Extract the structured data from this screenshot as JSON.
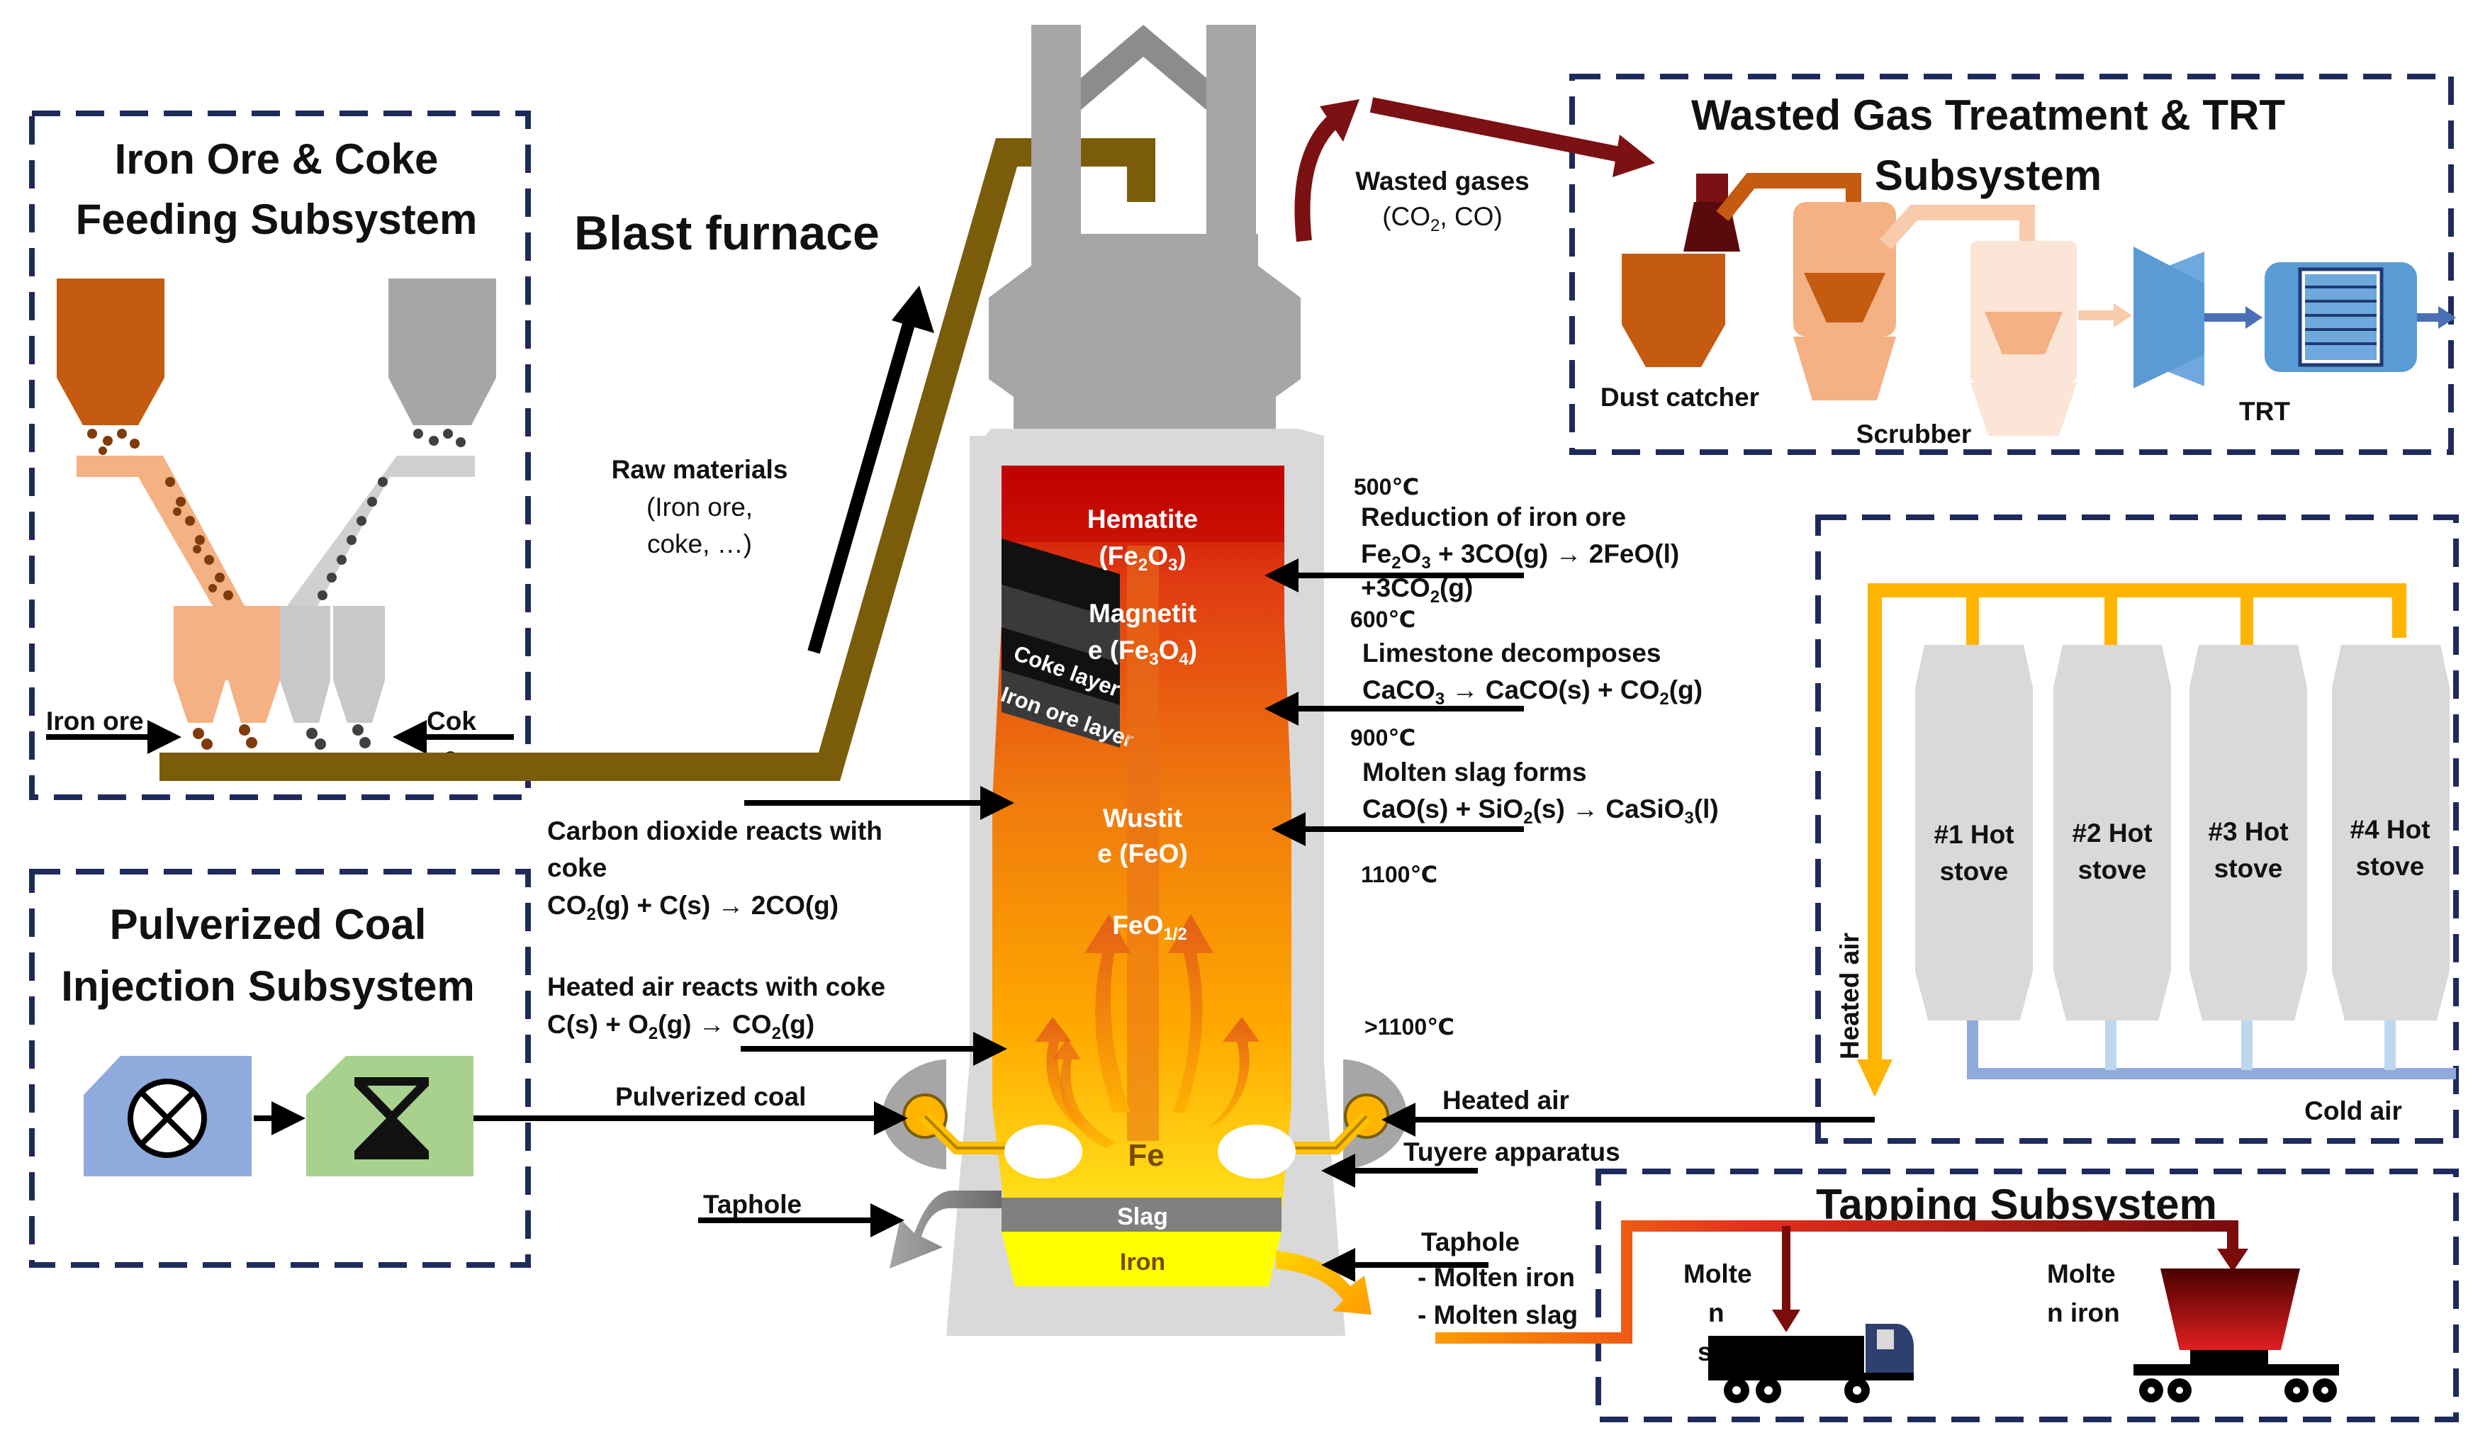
{
  "diagram": {
    "title": "Blast furnace",
    "subsystems": {
      "feeding": [
        "Iron Ore & Coke",
        "Feeding Subsystem"
      ],
      "coal": [
        "Pulverized Coal",
        "Injection Subsystem"
      ],
      "gas": [
        "Wasted Gas Treatment & TRT",
        "Subsystem"
      ],
      "tapping": "Tapping Subsystem"
    },
    "feeding_labels": {
      "iron_ore": "Iron ore",
      "coke_1": "Cok",
      "coke_2": "e"
    },
    "raw_materials": [
      "Raw materials",
      "(Iron ore,",
      "coke, …)"
    ],
    "wasted_gases": [
      "Wasted gases",
      "(CO",
      "2",
      ", CO)"
    ],
    "gas_units": {
      "dust_catcher": "Dust catcher",
      "scrubber": "Scrubber",
      "trt": "TRT"
    },
    "furnace_zones": {
      "hematite": "Hematite",
      "hematite_formula": [
        "(Fe",
        "2",
        "O",
        "3",
        ")"
      ],
      "magnetite_1": "Magnetit",
      "magnetite_2": [
        "e (Fe",
        "3",
        "O",
        "4",
        ")"
      ],
      "coke_layer": "Coke layer",
      "iron_ore_layer": "Iron ore layer",
      "wustite_1": "Wustit",
      "wustite_2": "e (FeO)",
      "feo_half": [
        "FeO",
        "1/2"
      ],
      "fe": "Fe",
      "slag": "Slag",
      "iron": "Iron"
    },
    "temperatures": {
      "t500": "500℃",
      "t600": "600℃",
      "t900": "900℃",
      "t1100": "1100℃",
      "t1100plus": ">1100℃"
    },
    "reactions": {
      "reduction_title": "Reduction of iron ore",
      "reduction_eq": [
        "Fe",
        "2",
        "O",
        "3",
        " + 3CO(g) → 2FeO(l)"
      ],
      "reduction_eq2": [
        "+3CO",
        "2",
        "(g)"
      ],
      "limestone_title": "Limestone decomposes",
      "limestone_eq": [
        "CaCO",
        "3",
        " → CaCO(s) + CO",
        "2",
        "(g)"
      ],
      "slag_title": "Molten slag forms",
      "slag_eq": [
        "CaO(s) + SiO",
        "2",
        "(s) → CaSiO",
        "3",
        "(l)"
      ],
      "co2_title_1": "Carbon dioxide reacts with",
      "co2_title_2": "coke",
      "co2_eq": [
        "CO",
        "2",
        "(g) + C(s) → 2CO(g)"
      ],
      "air_title": "Heated air reacts with coke",
      "air_eq": [
        "C(s) + O",
        "2",
        "(g) → CO",
        "2",
        "(g)"
      ]
    },
    "stoves": [
      "#1 Hot",
      "stove",
      "#2 Hot",
      "stove",
      "#3 Hot",
      "stove",
      "#4 Hot",
      "stove"
    ],
    "air_labels": {
      "heated_air_vertical": "Heated air",
      "cold_air": "Cold air",
      "heated_air": "Heated air",
      "tuyere": "Tuyere apparatus"
    },
    "coal_label": "Pulverized coal",
    "taphole_left": "Taphole",
    "tapping_labels": {
      "taphole": "Taphole",
      "molten_iron": "- Molten iron",
      "molten_slag": "- Molten slag",
      "truck_1": "Molte",
      "truck_2": "n",
      "truck_3": "s",
      "car_1": "Molte",
      "car_2": "n iron"
    },
    "colors": {
      "box_border": "#1f2a5c",
      "conveyor": "#7a5c0a",
      "furnace_shell": "#d9d9d9",
      "hot_air": "#ffb400",
      "gas_arrow": "#7b1113",
      "ore": "#c55a11",
      "coke": "#a6a6a6"
    }
  }
}
